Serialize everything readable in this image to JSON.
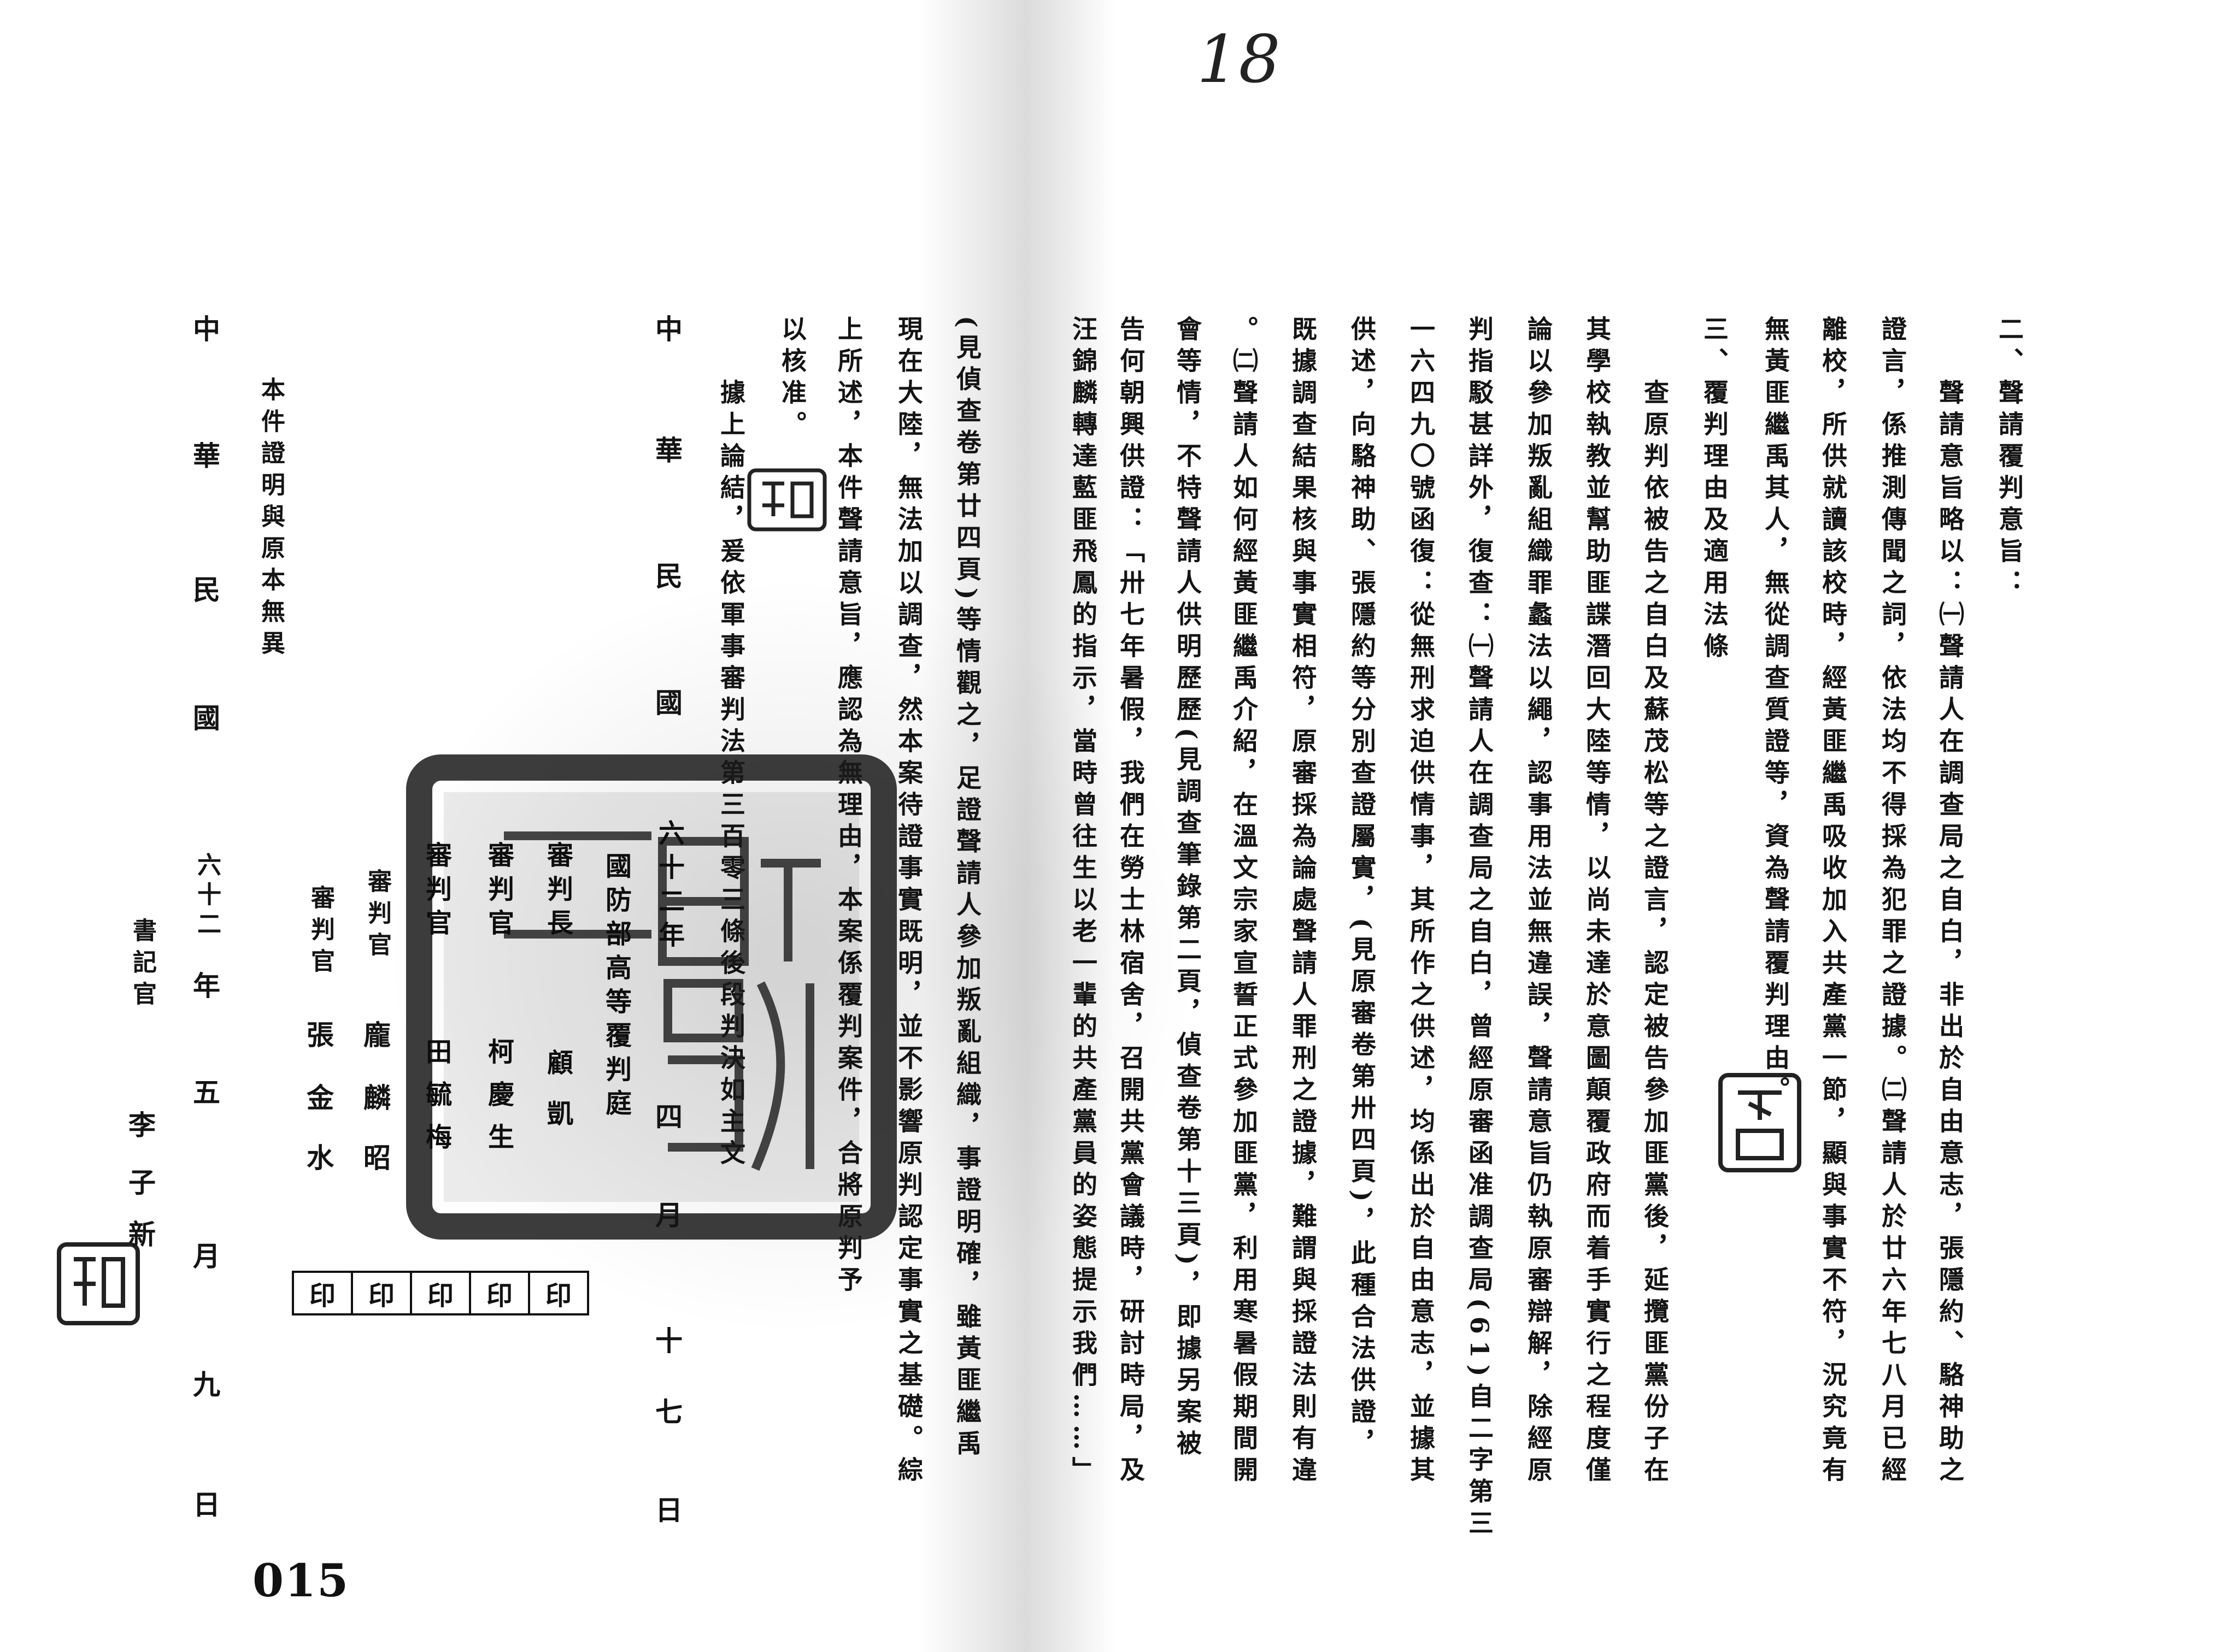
{
  "header": {
    "handwritten_page_number": "18"
  },
  "body": {
    "columns": [
      "二、聲請覆判意旨：",
      "聲請意旨略以：㈠聲請人在調查局之自白，非出於自由意志，張隱約、駱神助之",
      "證言，係推測傳聞之詞，依法均不得採為犯罪之證據。㈡聲請人於廿六年七八月已經",
      "離校，所供就讀該校時，經黃匪繼禹吸收加入共產黨一節，顯與事實不符，況究竟有",
      "無黃匪繼禹其人，無從調查質證等，資為聲請覆判理由。",
      "三、覆判理由及適用法條",
      "查原判依被告之自白及蘇茂松等之證言，認定被告參加匪黨後，延攬匪黨份子在",
      "其學校執教並幫助匪諜潛回大陸等情，以尚未達於意圖顛覆政府而着手實行之程度僅",
      "論以參加叛亂組織罪蠡法以繩，認事用法並無違誤，聲請意旨仍執原審辯解，除經原",
      "判指駁甚詳外，復查：㈠聲請人在調查局之自白，曾經原審函准調查局(61)自二字第三",
      "一六四九〇號函復：從無刑求迫供情事，其所作之供述，均係出於自由意志，並據其",
      "供述，向駱神助、張隱約等分別查證屬實，(見原審卷第卅四頁)，此種合法供證，",
      "既據調查結果核與事實相符，原審採為論處聲請人罪刑之證據，難謂與採證法則有違",
      "。㈡聲請人如何經黃匪繼禹介紹，在溫文宗家宣誓正式參加匪黨，利用寒暑假期間開",
      "會等情，不特聲請人供明歷歷(見調查筆錄第二頁，偵查卷第十三頁)，即據另案被",
      "告何朝興供證：「卅七年暑假，我們在勞士林宿舍，召開共黨會議時，研討時局，及",
      "汪錦麟轉達藍匪飛鳳的指示，當時曾往生以老一輩的共產黨員的姿態提示我們……」",
      "(見偵查卷第廿四頁)等情觀之，足證聲請人參加叛亂組織，事證明確，雖黃匪繼禹",
      "現在大陸，無法加以調查，然本案待證事實既明，並不影響原判認定事實之基礎。綜",
      "上所述，本件聲請意旨，應認為無理由，本案係覆判案件，合將原判予",
      "以核准。",
      "據上論結，爰依軍事審判法第三百零三條後段判決如主文"
    ],
    "judgment_date": {
      "era": [
        "中",
        "華",
        "民",
        "國"
      ],
      "year": "六十二年",
      "month_num": "四",
      "month": "月",
      "day_parts": [
        "十",
        "七"
      ],
      "day": "日"
    }
  },
  "court_stamp": {
    "court": "國防部高等覆判庭",
    "presiding_title": "審判長",
    "presiding_name": "顧 凱",
    "judges": [
      {
        "title": "審判官",
        "name": "柯慶生"
      },
      {
        "title": "審判官",
        "name": "田毓梅"
      }
    ]
  },
  "signatures": {
    "judges": [
      {
        "title": "審判官",
        "name": [
          "龐",
          "麟",
          "昭"
        ]
      },
      {
        "title": "審判官",
        "name": [
          "張",
          "金",
          "水"
        ]
      }
    ],
    "seal_boxes": [
      "印",
      "印",
      "印",
      "印",
      "印"
    ]
  },
  "certification": {
    "statement": "本件證明與原本無異",
    "date": {
      "era": [
        "中",
        "華",
        "民",
        "國"
      ],
      "year": "六十二",
      "year_unit": "年",
      "month_num": "五",
      "month": "月",
      "day_num": "九",
      "day": "日"
    },
    "clerk_title": "書記官",
    "clerk_name": [
      "李",
      "子",
      "新"
    ]
  },
  "footer": {
    "page_number": "015"
  }
}
